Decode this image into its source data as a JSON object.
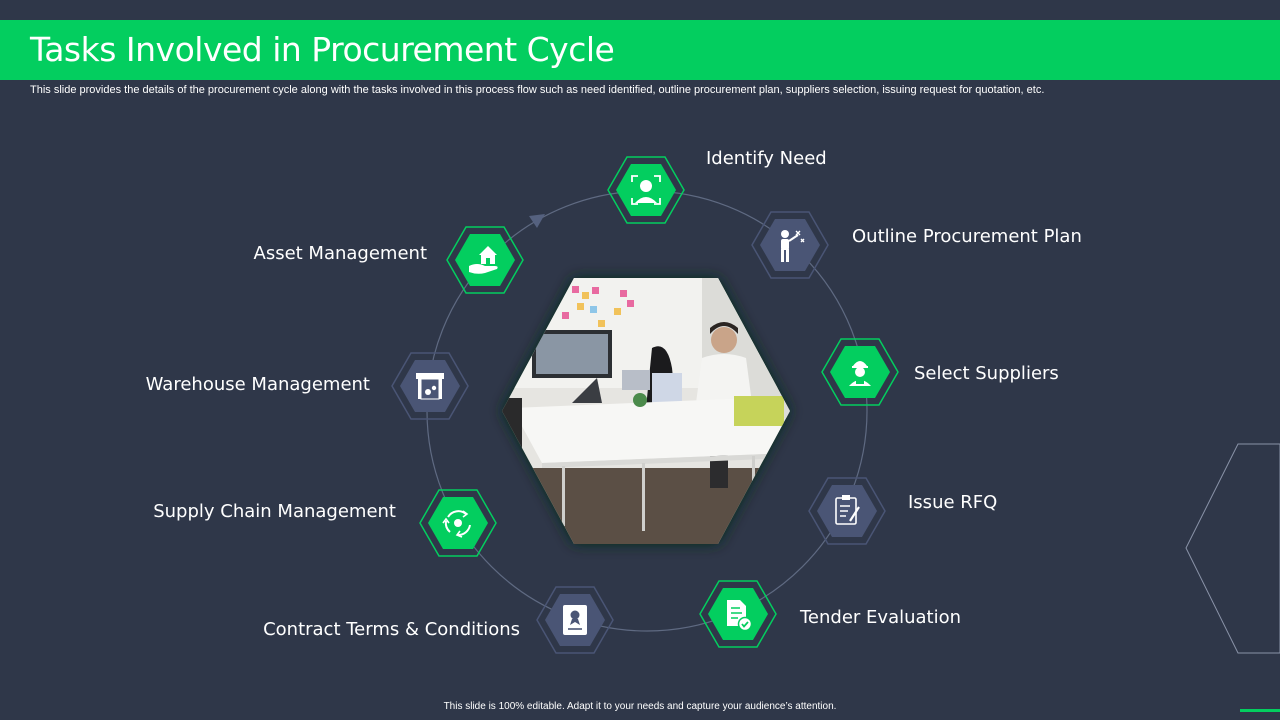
{
  "title": "Tasks Involved in Procurement Cycle",
  "subtitle": "This slide provides the details of the procurement cycle along with the tasks involved in this process flow such as need identified, outline procurement plan, suppliers selection, issuing request for quotation, etc.",
  "footer": "This slide is 100% editable.  Adapt it to your needs and capture your audience’s attention.",
  "colors": {
    "accent": "#03ce5f",
    "background": "#2f3749",
    "neutral_hex": "#4a5575"
  },
  "steps": [
    {
      "label": "Identify Need",
      "icon": "person-scan-icon",
      "style": "green"
    },
    {
      "label": "Outline Procurement Plan",
      "icon": "person-strategy-icon",
      "style": "neutral"
    },
    {
      "label": "Select Suppliers",
      "icon": "supplier-icon",
      "style": "green"
    },
    {
      "label": "Issue RFQ",
      "icon": "clipboard-edit-icon",
      "style": "neutral"
    },
    {
      "label": "Tender Evaluation",
      "icon": "document-check-icon",
      "style": "green"
    },
    {
      "label": "Contract Terms & Conditions",
      "icon": "contract-icon",
      "style": "neutral"
    },
    {
      "label": "Supply Chain Management",
      "icon": "recycle-gear-icon",
      "style": "green"
    },
    {
      "label": "Warehouse Management",
      "icon": "warehouse-icon",
      "style": "neutral"
    },
    {
      "label": "Asset Management",
      "icon": "hand-house-icon",
      "style": "green"
    }
  ]
}
